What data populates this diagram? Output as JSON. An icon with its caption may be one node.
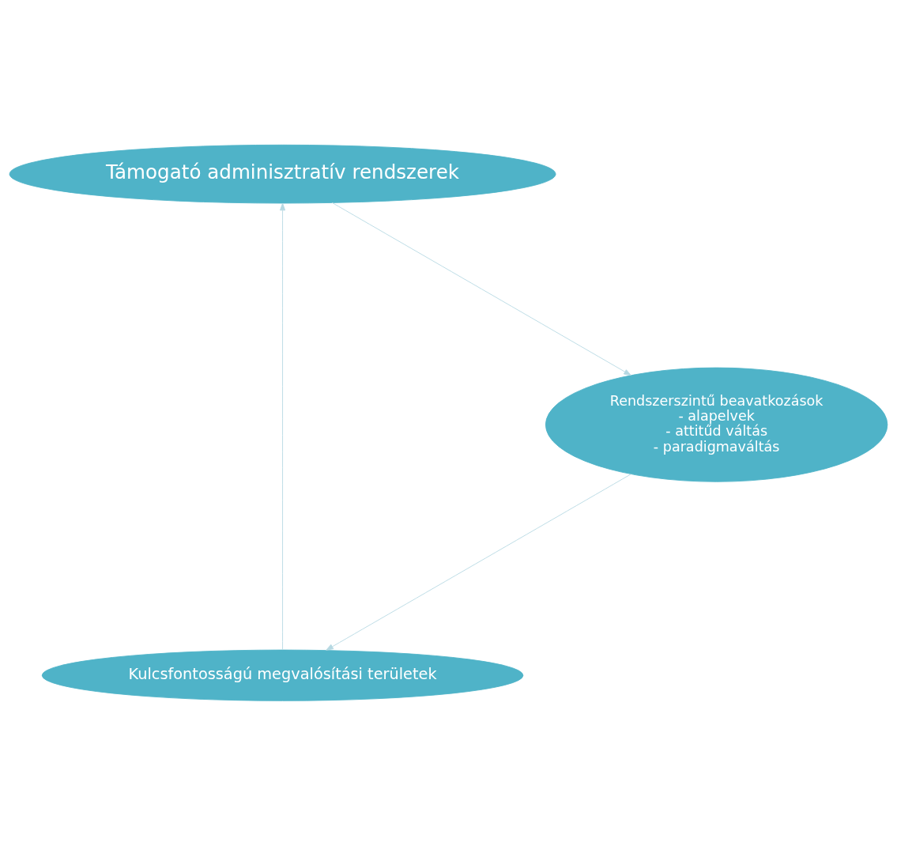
{
  "diagram": {
    "nodes": [
      {
        "text": [
          "Kulcsfontosságú megvalósítási területek"
        ]
      },
      {
        "text": [
          "Támogató adminisztratív rendszerek"
        ]
      },
      {
        "text": [
          "Rendszerszintű beavatkozások",
          "- alapelvek",
          "- attitűd váltás",
          "- paradigmaváltás"
        ]
      }
    ],
    "edges": [
      {
        "from": 0,
        "to": 1,
        "arrow": "to"
      },
      {
        "from": 1,
        "to": 2,
        "arrow": "to"
      },
      {
        "from": 2,
        "to": 0,
        "arrow": "to"
      }
    ]
  }
}
